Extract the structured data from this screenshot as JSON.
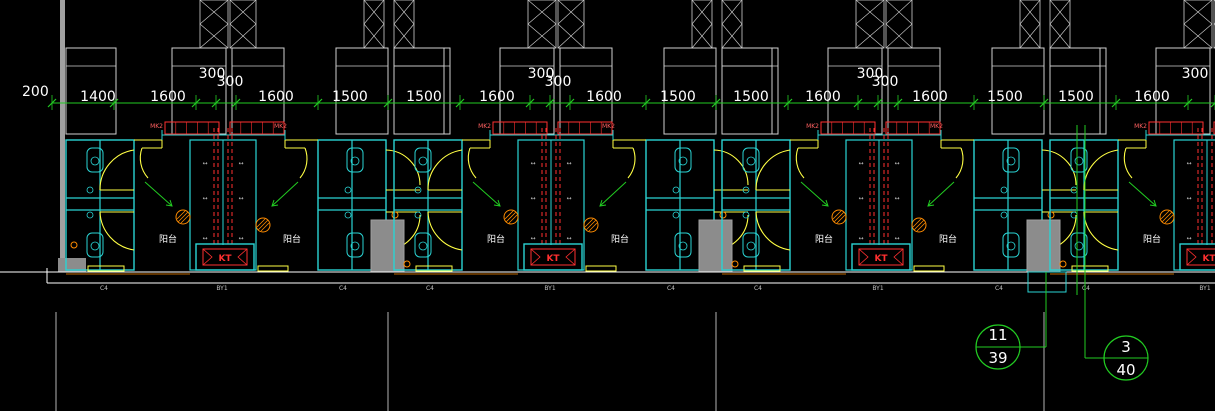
{
  "dimensions": {
    "left_edge": "200",
    "segments": [
      "1400",
      "1600",
      "300",
      "300",
      "1600",
      "1500",
      "1500",
      "1600",
      "300",
      "300",
      "1600",
      "1500",
      "1500",
      "1600",
      "300",
      "300",
      "1600",
      "1500",
      "1500",
      "1600",
      "300"
    ]
  },
  "room_labels": {
    "balcony": "阳台",
    "ac_unit": "KT",
    "cabinet_tag": "MK2",
    "window_c": "C4",
    "window_byi": "BY1"
  },
  "section_markers": [
    {
      "top": "11",
      "bottom": "39"
    },
    {
      "top": "3",
      "bottom": "40"
    }
  ],
  "colors": {
    "background": "#000000",
    "dimension": "#22cc22",
    "wall": "#2ad4d4",
    "door": "#ffff44",
    "fixture": "#2ad4d4",
    "ac": "#ff3030",
    "column": "#8c8c8c",
    "grid": "#ffffff"
  }
}
